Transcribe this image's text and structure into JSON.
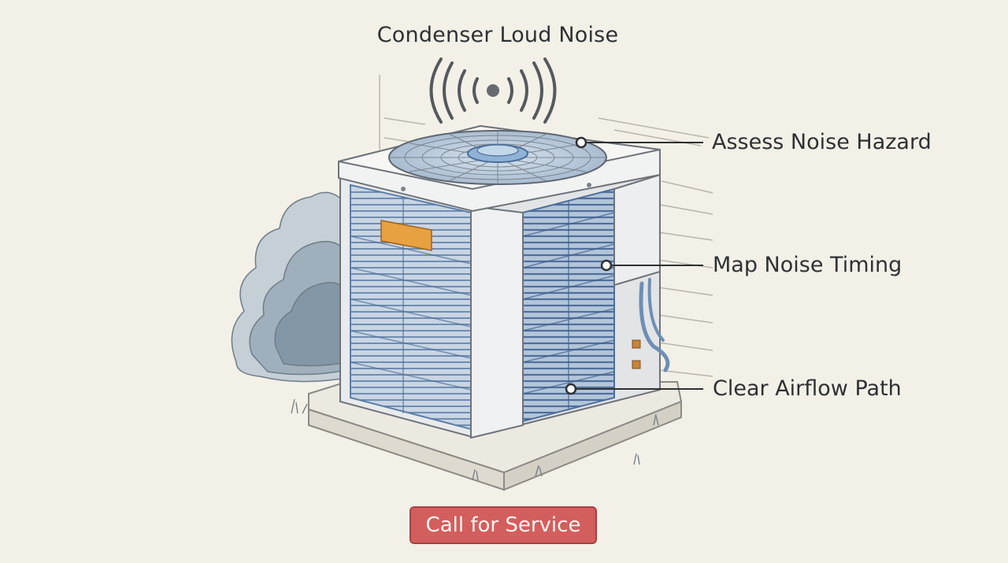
{
  "title": "Condenser Loud Noise",
  "callouts": {
    "hazard": "Assess Noise Hazard",
    "timing": "Map Noise Timing",
    "airflow": "Clear Airflow Path"
  },
  "button": {
    "label": "Call for Service"
  },
  "colors": {
    "background": "#f3f0e8",
    "button_fill": "#d35e5e",
    "grille_blue": "#5d7ea8",
    "text": "#2e3033"
  }
}
